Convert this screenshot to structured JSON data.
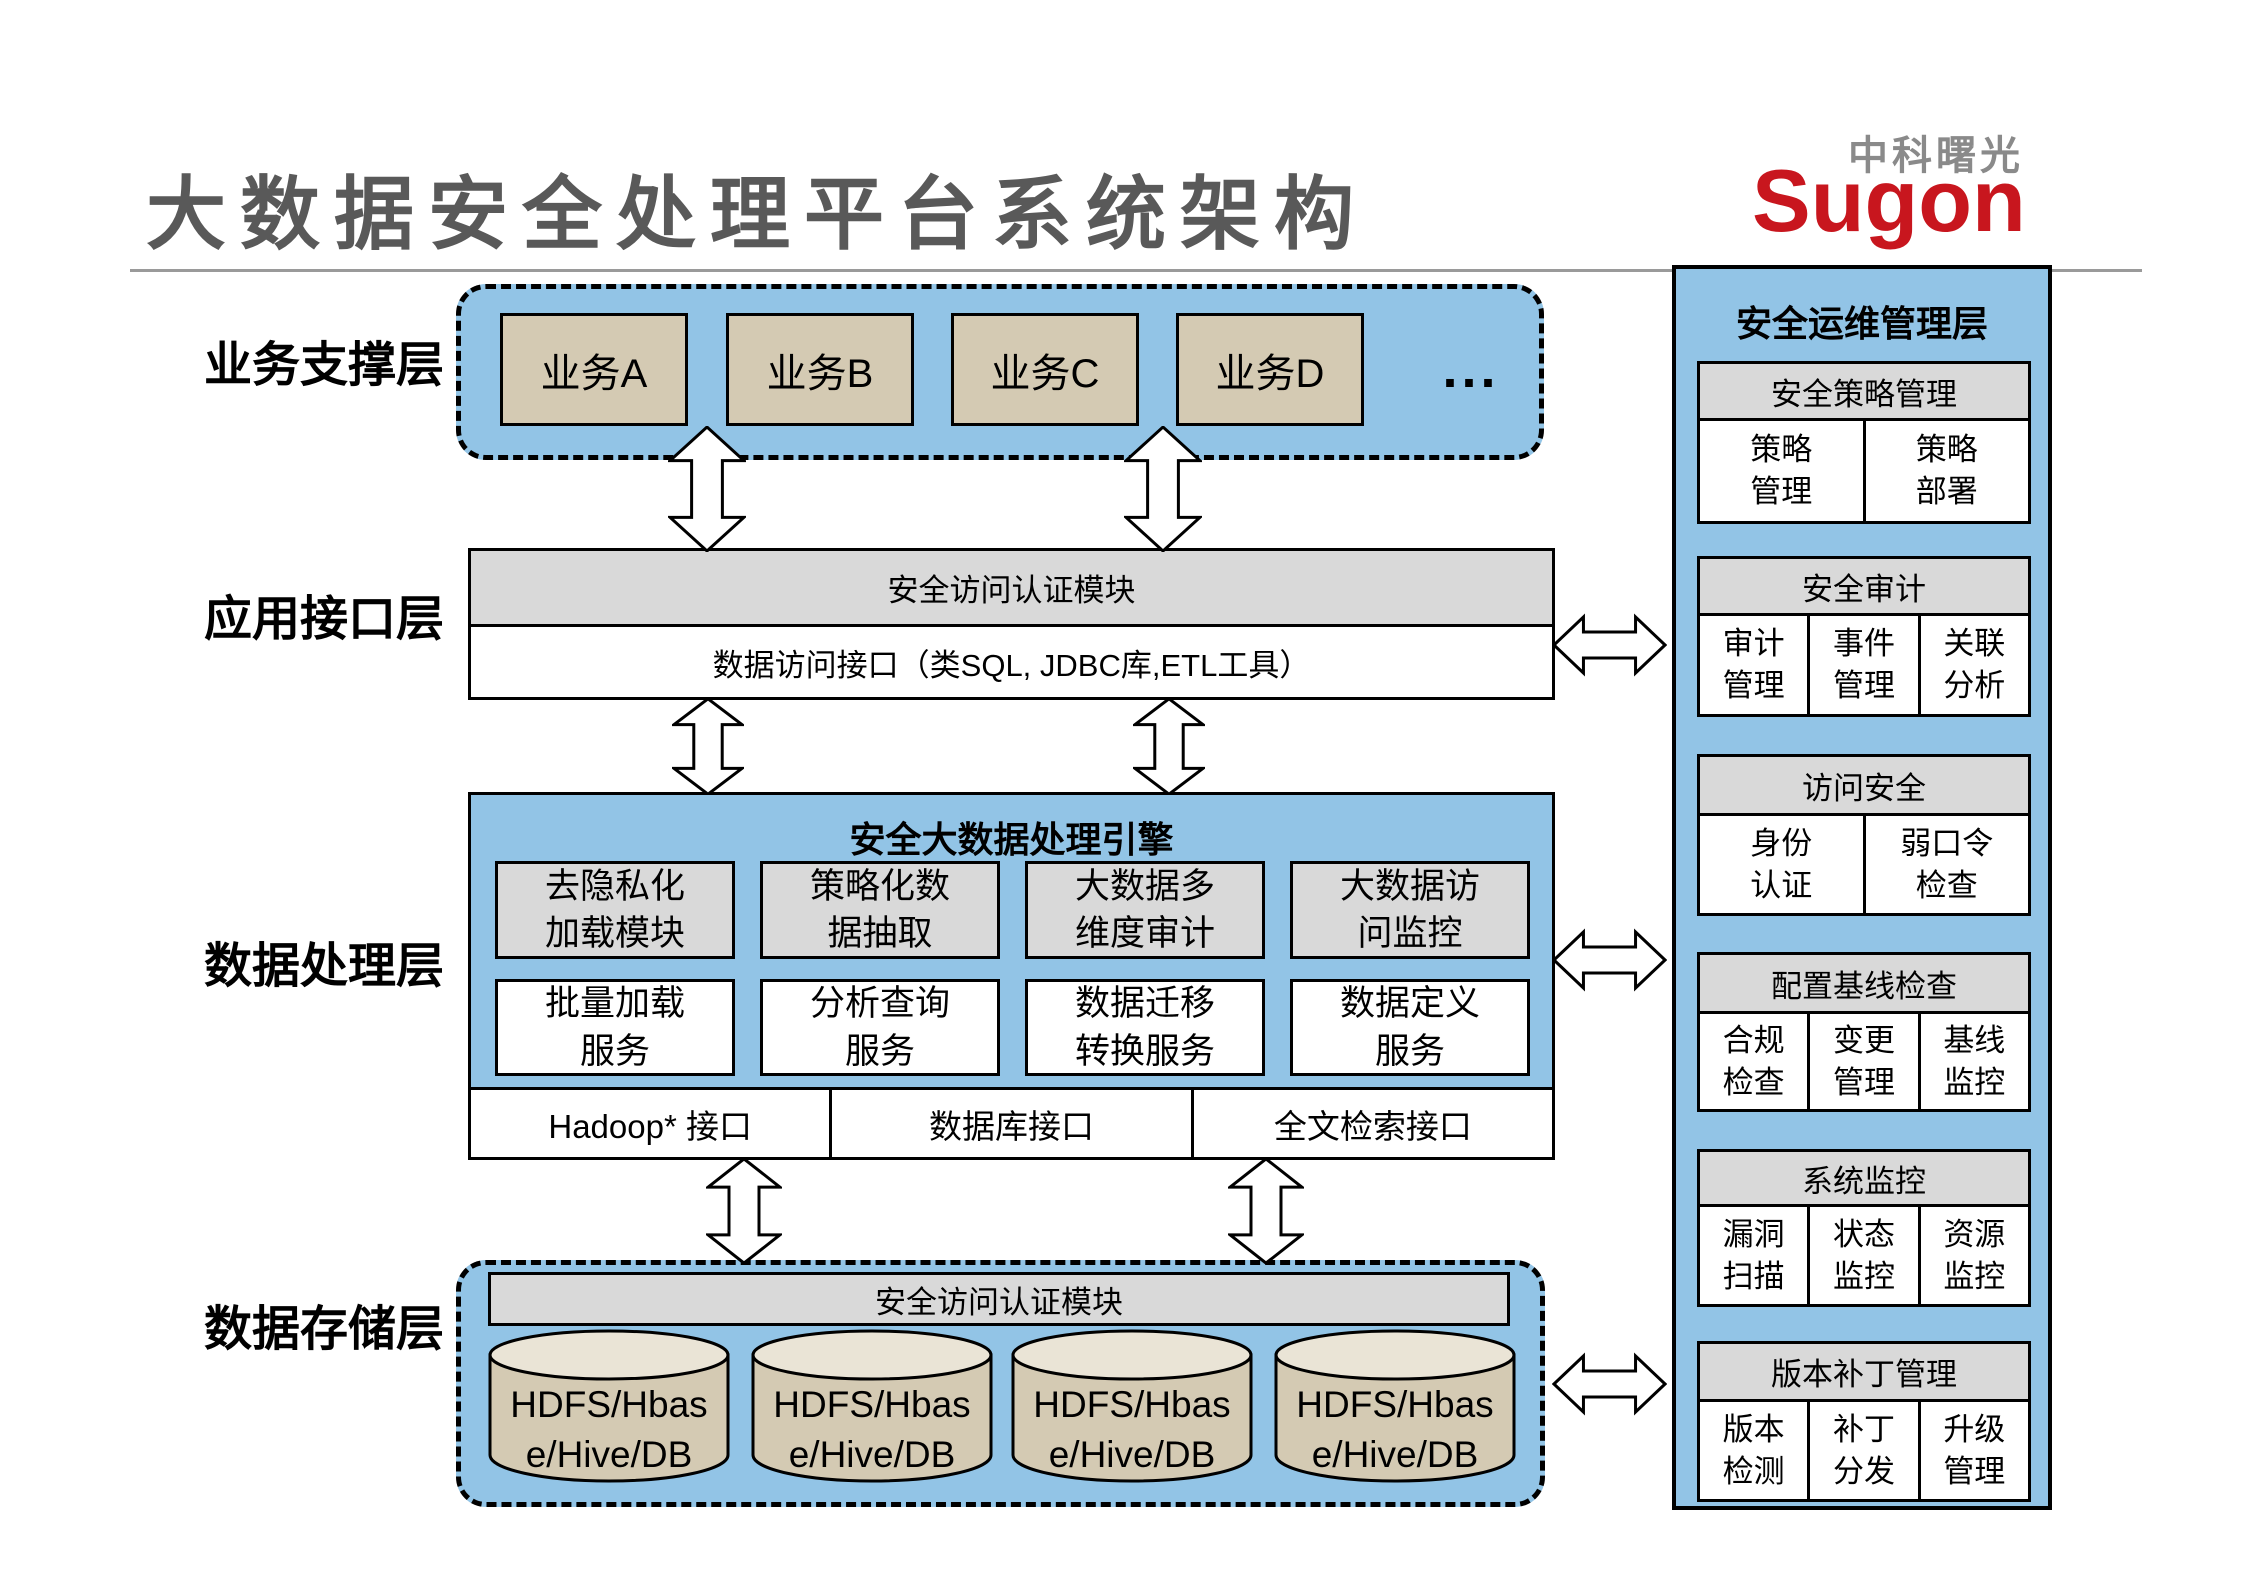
{
  "title": "大数据安全处理平台系统架构",
  "logo": {
    "company": "中科曙光",
    "brand": "Sugon"
  },
  "colors": {
    "panel_blue": "#92C4E6",
    "box_tan": "#D4CAB3",
    "header_gray": "#D9D9D9",
    "title_gray": "#595959",
    "logo_red": "#C8161E"
  },
  "business": {
    "label": "业务支撑层",
    "items": [
      "业务A",
      "业务B",
      "业务C",
      "业务D"
    ],
    "ellipsis": "..."
  },
  "interface_layer": {
    "label": "应用接口层",
    "auth_module": "安全访问认证模块",
    "data_access": "数据访问接口（类SQL, JDBC库,ETL工具）"
  },
  "processing": {
    "label": "数据处理层",
    "engine_title": "安全大数据处理引擎",
    "modules": [
      "去隐私化\n加载模块",
      "策略化数\n据抽取",
      "大数据多\n维度审计",
      "大数据访\n问监控"
    ],
    "services": [
      "批量加载\n服务",
      "分析查询\n服务",
      "数据迁移\n转换服务",
      "数据定义\n服务"
    ],
    "interfaces": [
      "Hadoop* 接口",
      "数据库接口",
      "全文检索接口"
    ]
  },
  "storage": {
    "label": "数据存储层",
    "auth_module": "安全访问认证模块",
    "nodes": [
      "HDFS/Hbas\ne/Hive/DB",
      "HDFS/Hbas\ne/Hive/DB",
      "HDFS/Hbas\ne/Hive/DB",
      "HDFS/Hbas\ne/Hive/DB"
    ]
  },
  "ops": {
    "title": "安全运维管理层",
    "sections": [
      {
        "header": "安全策略管理",
        "cells": [
          "策略\n管理",
          "策略\n部署"
        ]
      },
      {
        "header": "安全审计",
        "cells": [
          "审计\n管理",
          "事件\n管理",
          "关联\n分析"
        ]
      },
      {
        "header": "访问安全",
        "cells": [
          "身份\n认证",
          "弱口令\n检查"
        ]
      },
      {
        "header": "配置基线检查",
        "cells": [
          "合规\n检查",
          "变更\n管理",
          "基线\n监控"
        ]
      },
      {
        "header": "系统监控",
        "cells": [
          "漏洞\n扫描",
          "状态\n监控",
          "资源\n监控"
        ]
      },
      {
        "header": "版本补丁管理",
        "cells": [
          "版本\n检测",
          "补丁\n分发",
          "升级\n管理"
        ]
      }
    ]
  }
}
